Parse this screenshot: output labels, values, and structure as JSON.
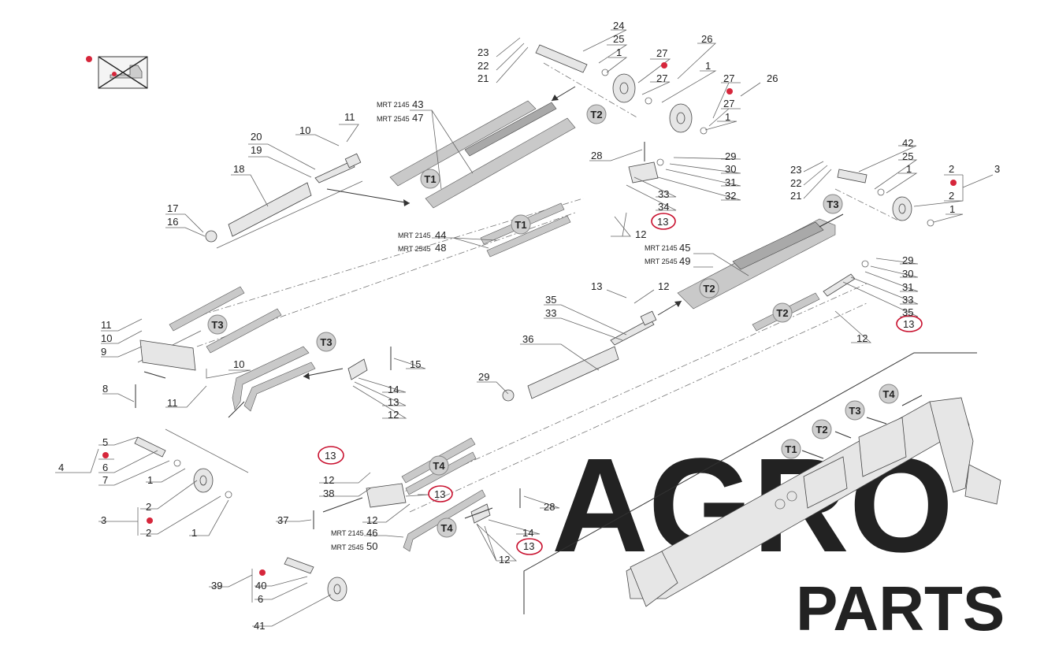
{
  "diagram": {
    "watermark": {
      "line1": "AGRO",
      "line2": "PARTS"
    },
    "mrt_labels": [
      "MRT 2145",
      "MRT 2545"
    ],
    "section_labels": [
      "T1",
      "T2",
      "T3",
      "T4"
    ],
    "callouts": [
      {
        "id": "c24",
        "text": "24"
      },
      {
        "id": "c25a",
        "text": "25"
      },
      {
        "id": "c1a",
        "text": "1"
      },
      {
        "id": "c26a",
        "text": "26"
      },
      {
        "id": "c27a",
        "text": "27"
      },
      {
        "id": "c27b",
        "text": "27"
      },
      {
        "id": "c1b",
        "text": "1"
      },
      {
        "id": "c27c",
        "text": "27"
      },
      {
        "id": "c26b",
        "text": "26"
      },
      {
        "id": "c27d",
        "text": "27"
      },
      {
        "id": "c1c",
        "text": "1"
      },
      {
        "id": "c23a",
        "text": "23"
      },
      {
        "id": "c22a",
        "text": "22"
      },
      {
        "id": "c21a",
        "text": "21"
      },
      {
        "id": "c43",
        "text": "43"
      },
      {
        "id": "c47",
        "text": "47"
      },
      {
        "id": "c10a",
        "text": "10"
      },
      {
        "id": "c11a",
        "text": "11"
      },
      {
        "id": "c20",
        "text": "20"
      },
      {
        "id": "c19",
        "text": "19"
      },
      {
        "id": "c18",
        "text": "18"
      },
      {
        "id": "c17",
        "text": "17"
      },
      {
        "id": "c16",
        "text": "16"
      },
      {
        "id": "c28a",
        "text": "28"
      },
      {
        "id": "c29a",
        "text": "29"
      },
      {
        "id": "c30a",
        "text": "30"
      },
      {
        "id": "c31a",
        "text": "31"
      },
      {
        "id": "c32",
        "text": "32"
      },
      {
        "id": "c33a",
        "text": "33"
      },
      {
        "id": "c34",
        "text": "34"
      },
      {
        "id": "c13a",
        "text": "13"
      },
      {
        "id": "c12a",
        "text": "12"
      },
      {
        "id": "c44",
        "text": "44"
      },
      {
        "id": "c48",
        "text": "48"
      },
      {
        "id": "c23b",
        "text": "23"
      },
      {
        "id": "c22b",
        "text": "22"
      },
      {
        "id": "c21b",
        "text": "21"
      },
      {
        "id": "c42",
        "text": "42"
      },
      {
        "id": "c25b",
        "text": "25"
      },
      {
        "id": "c1d",
        "text": "1"
      },
      {
        "id": "c2a",
        "text": "2"
      },
      {
        "id": "c3a",
        "text": "3"
      },
      {
        "id": "c2b",
        "text": "2"
      },
      {
        "id": "c1e",
        "text": "1"
      },
      {
        "id": "c45",
        "text": "45"
      },
      {
        "id": "c49",
        "text": "49"
      },
      {
        "id": "c29b",
        "text": "29"
      },
      {
        "id": "c30b",
        "text": "30"
      },
      {
        "id": "c31b",
        "text": "31"
      },
      {
        "id": "c33b",
        "text": "33"
      },
      {
        "id": "c35a",
        "text": "35"
      },
      {
        "id": "c13b",
        "text": "13"
      },
      {
        "id": "c12b",
        "text": "12"
      },
      {
        "id": "c13c",
        "text": "13"
      },
      {
        "id": "c12c",
        "text": "12"
      },
      {
        "id": "c35b",
        "text": "35"
      },
      {
        "id": "c33c",
        "text": "33"
      },
      {
        "id": "c36",
        "text": "36"
      },
      {
        "id": "c29c",
        "text": "29"
      },
      {
        "id": "c11b",
        "text": "11"
      },
      {
        "id": "c10b",
        "text": "10"
      },
      {
        "id": "c9",
        "text": "9"
      },
      {
        "id": "c10c",
        "text": "10"
      },
      {
        "id": "c8",
        "text": "8"
      },
      {
        "id": "c11c",
        "text": "11"
      },
      {
        "id": "c15",
        "text": "15"
      },
      {
        "id": "c14a",
        "text": "14"
      },
      {
        "id": "c13d",
        "text": "13"
      },
      {
        "id": "c12d",
        "text": "12"
      },
      {
        "id": "c5",
        "text": "5"
      },
      {
        "id": "c4",
        "text": "4"
      },
      {
        "id": "c6a",
        "text": "6"
      },
      {
        "id": "c7",
        "text": "7"
      },
      {
        "id": "c1f",
        "text": "1"
      },
      {
        "id": "c2c",
        "text": "2"
      },
      {
        "id": "c3b",
        "text": "3"
      },
      {
        "id": "c2d",
        "text": "2"
      },
      {
        "id": "c1g",
        "text": "1"
      },
      {
        "id": "c13e",
        "text": "13"
      },
      {
        "id": "c12e",
        "text": "12"
      },
      {
        "id": "c38",
        "text": "38"
      },
      {
        "id": "c13f",
        "text": "13"
      },
      {
        "id": "c37",
        "text": "37"
      },
      {
        "id": "c12f",
        "text": "12"
      },
      {
        "id": "c46",
        "text": "46"
      },
      {
        "id": "c50",
        "text": "50"
      },
      {
        "id": "c28b",
        "text": "28"
      },
      {
        "id": "c14b",
        "text": "14"
      },
      {
        "id": "c13g",
        "text": "13"
      },
      {
        "id": "c12g",
        "text": "12"
      },
      {
        "id": "c39",
        "text": "39"
      },
      {
        "id": "c40",
        "text": "40"
      },
      {
        "id": "c6b",
        "text": "6"
      },
      {
        "id": "c41",
        "text": "41"
      }
    ]
  }
}
